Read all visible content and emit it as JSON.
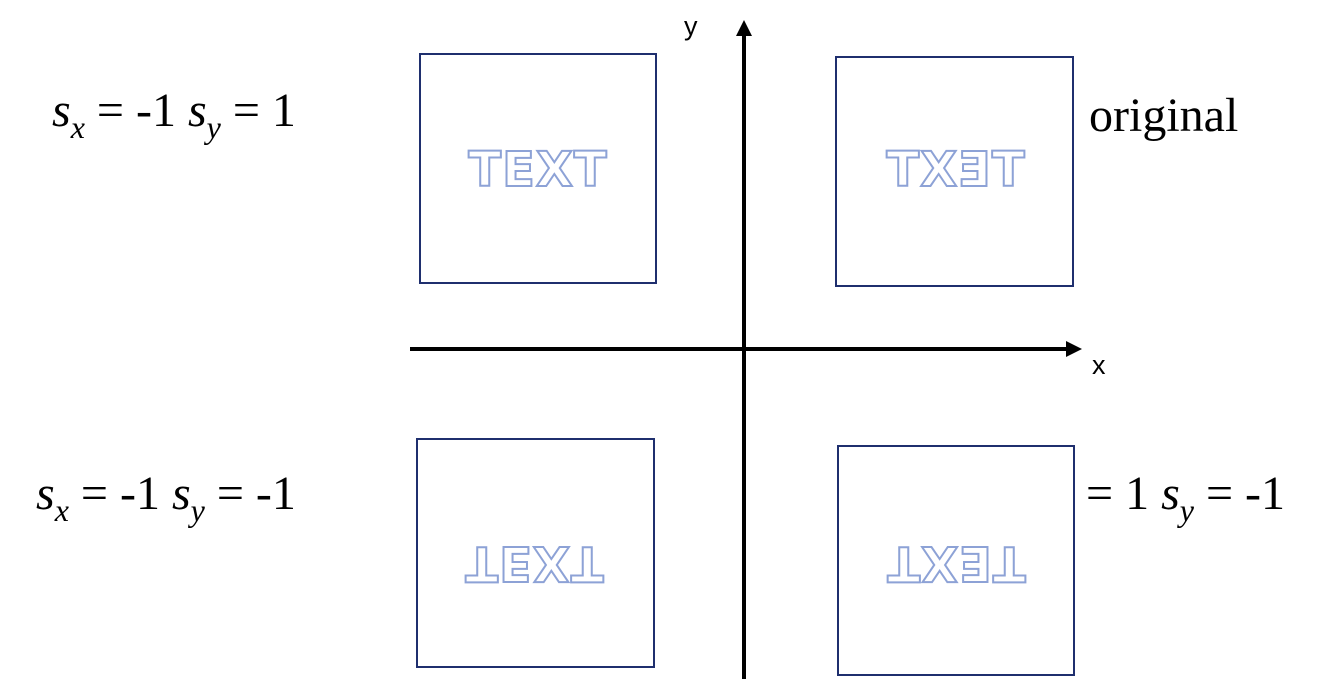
{
  "axes": {
    "x_label": "x",
    "y_label": "y"
  },
  "colors": {
    "box_border": "#1f2f6e",
    "text_outline": "#8da2d6",
    "axis": "#000000"
  },
  "quadrants": {
    "top_left": {
      "eq_sx_var": "s",
      "eq_sx_sub": "x",
      "eq_sx_value": " = -1 ",
      "eq_sy_var": "s",
      "eq_sy_sub": "y",
      "eq_sy_value": " = 1",
      "box_text": "TEXT",
      "mirror_horizontal": false,
      "mirror_vertical": false
    },
    "top_right": {
      "label": "original",
      "box_text": "TEXT",
      "mirror_horizontal": true,
      "mirror_vertical": false
    },
    "bottom_left": {
      "eq_sx_var": "s",
      "eq_sx_sub": "x",
      "eq_sx_value": " = -1 ",
      "eq_sy_var": "s",
      "eq_sy_sub": "y",
      "eq_sy_value": " = -1",
      "box_text": "TEXT",
      "mirror_horizontal": false,
      "mirror_vertical": true
    },
    "bottom_right": {
      "eq_prefix": "= 1 ",
      "eq_sy_var": "s",
      "eq_sy_sub": "y",
      "eq_sy_value": " = -1",
      "box_text": "TEXT",
      "mirror_horizontal": true,
      "mirror_vertical": true
    }
  }
}
